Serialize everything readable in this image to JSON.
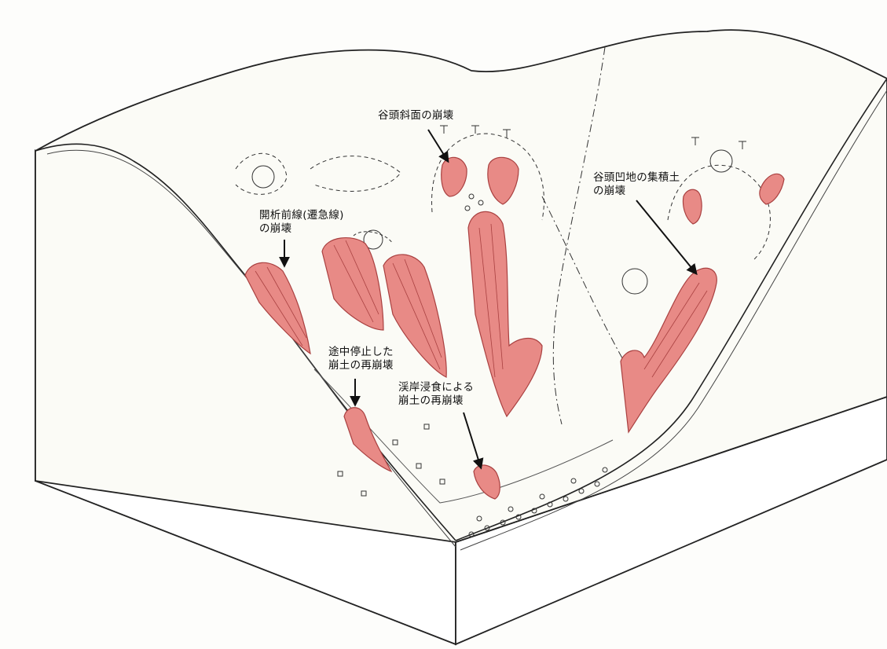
{
  "labels": {
    "valley_head_slope": "谷頭斜面の崩壊",
    "dissection_front": [
      "開析前線(遷急線)",
      "の崩壊"
    ],
    "valley_head_hollow": [
      "谷頭凹地の集積土",
      "の崩壊"
    ],
    "stopped_midway": [
      "途中停止した",
      "崩土の再崩壊"
    ],
    "bank_erosion": [
      "渓岸浸食による",
      "崩土の再崩壊"
    ]
  },
  "colors": {
    "landslide_fill": "#e88a86",
    "landslide_stroke": "#a94040",
    "ink": "#222222",
    "paper": "#fdfdfb"
  }
}
